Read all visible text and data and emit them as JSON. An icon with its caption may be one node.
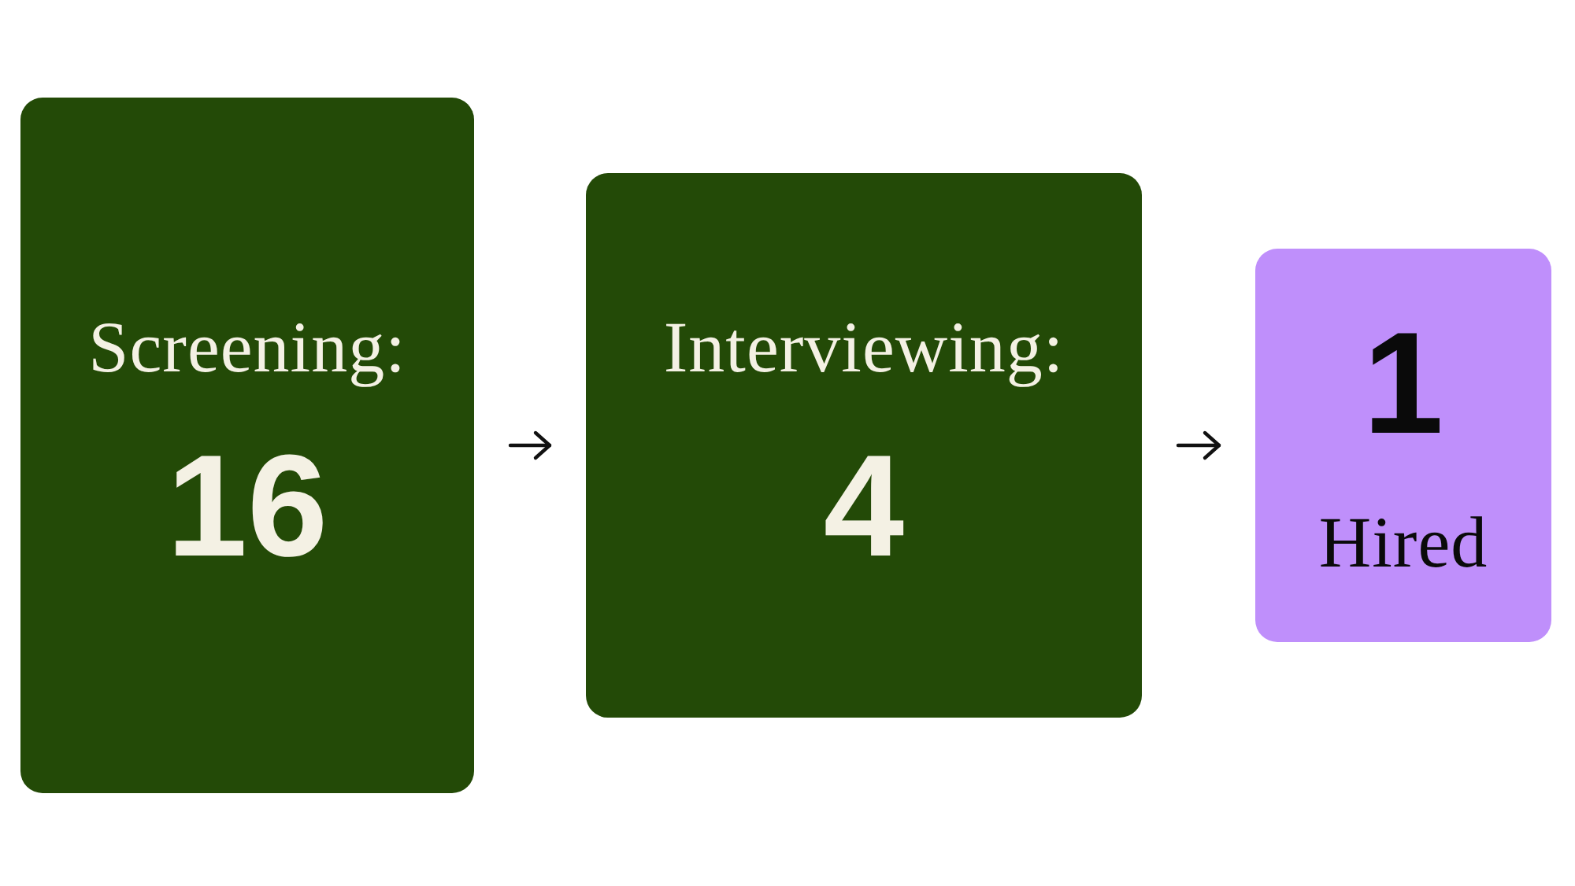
{
  "diagram": {
    "nodes": [
      {
        "text": [
          "Screening:",
          "16"
        ]
      },
      {
        "text": [
          "Interviewing:",
          "4"
        ]
      },
      {
        "text": [
          "1",
          "Hired"
        ]
      }
    ],
    "edges": [
      {
        "from": 0,
        "to": 1,
        "arrow": "to"
      },
      {
        "from": 1,
        "to": 2,
        "arrow": "to"
      }
    ]
  }
}
